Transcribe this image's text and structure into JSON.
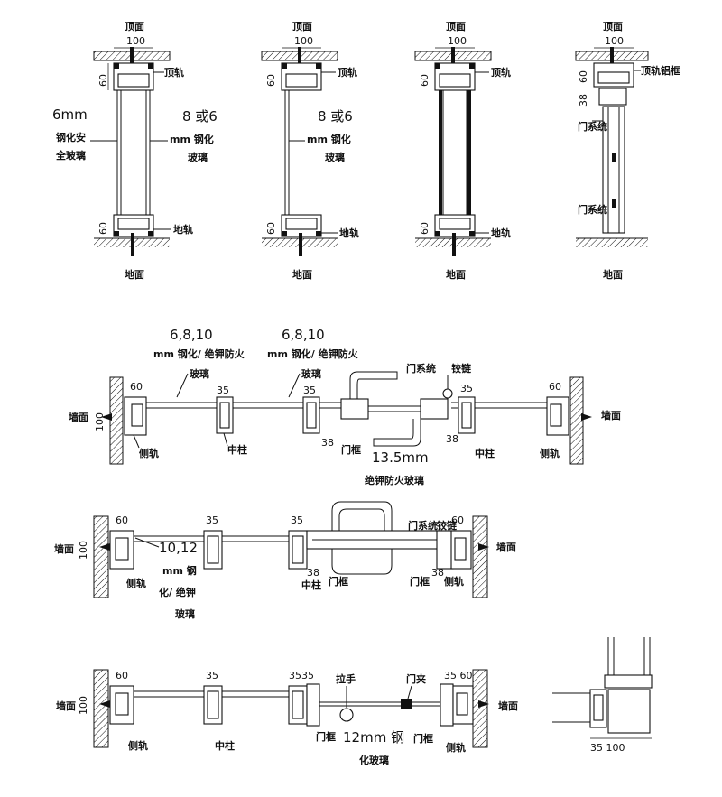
{
  "labels": {
    "ceiling": "顶面",
    "floor": "地面",
    "top_rail": "顶轨",
    "bottom_rail": "地轨",
    "top_rail_frame": "顶轨铝框",
    "door_system": "门系统",
    "wall": "墙面",
    "side_rail": "侧轨",
    "middle_post": "中柱",
    "door_frame": "门框",
    "glass": "玻璃",
    "hinge": "铰链",
    "handle": "拉手",
    "door_clamp": "门夹"
  },
  "dims": {
    "d100": "100",
    "d60": "60",
    "d35": "35",
    "d38": "38",
    "d3535": "3535",
    "d35_60": "35 60",
    "bottom_right": "35  100"
  },
  "notes": {
    "glass6mm_a": "6mm",
    "glass6mm_b": "钢化安",
    "glass6mm_c": "全玻璃",
    "glass86_a": "8 或6",
    "glass86_b": "mm 钢化",
    "glass86_c": "玻璃",
    "fire_a": "6,8,10",
    "fire_b": "mm 钢化/ 绝钾防火",
    "fire_c": "13.5mm",
    "fire_d": "绝钾防火玻璃",
    "g1012_a": "10,12",
    "g1012_b": "mm 钢",
    "g1012_c": "化/ 绝钾",
    "g1012_d": "玻璃",
    "g12_a": "12mm 钢",
    "g12_b": "化玻璃"
  }
}
